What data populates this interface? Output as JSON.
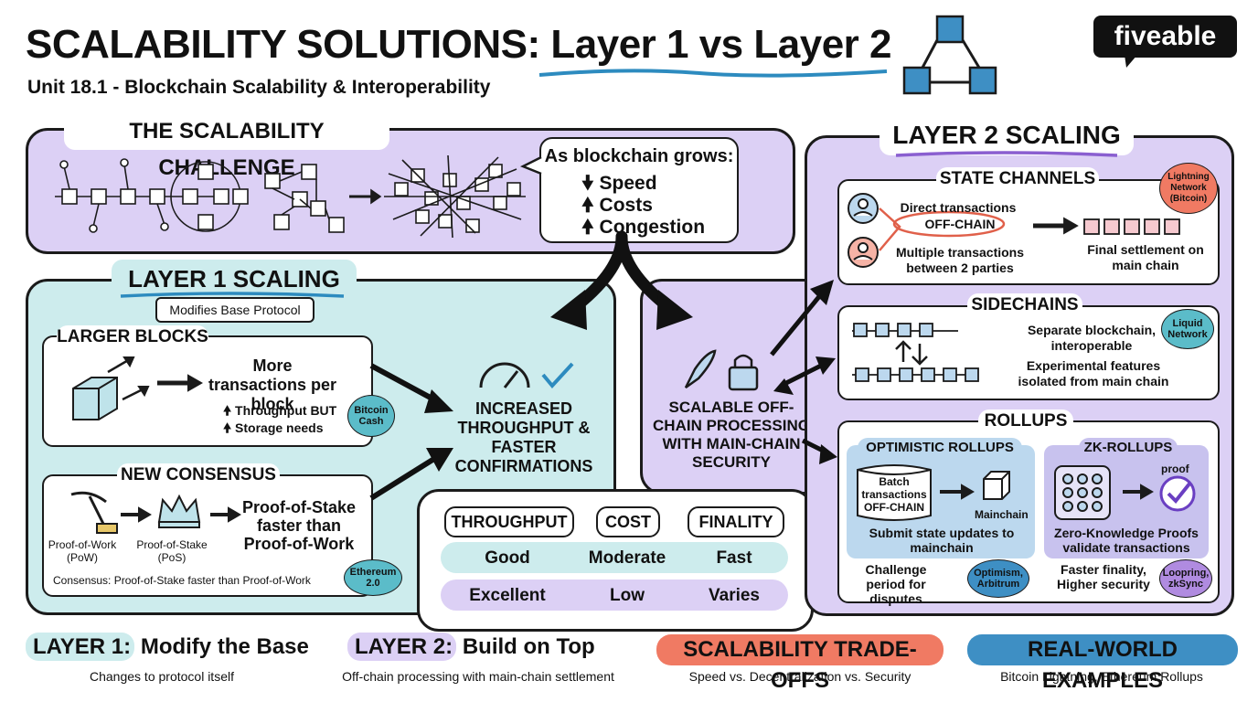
{
  "header": {
    "title_part1": "SCALABILITY SOLUTIONS:",
    "title_part2": "Layer 1 vs Layer 2",
    "subtitle": "Unit 18.1 - Blockchain Scalability & Interoperability",
    "brand": "fiveable"
  },
  "challenge": {
    "title": "THE SCALABILITY CHALLENGE",
    "bubble_title": "As blockchain grows:",
    "bubble_lines": [
      "Speed",
      "Costs",
      "Congestion"
    ]
  },
  "layer1": {
    "title": "LAYER 1 SCALING",
    "subtitle": "Modifies Base Protocol",
    "larger_blocks": {
      "title": "LARGER BLOCKS",
      "main": "More transactions per block",
      "line1": "Throughput BUT",
      "line2": "Storage needs",
      "badge": "Bitcoin Cash"
    },
    "new_consensus": {
      "title": "NEW CONSENSUS",
      "pow": "Proof-of-Work (PoW)",
      "pos": "Proof-of-Stake (PoS)",
      "main": "Proof-of-Stake faster than Proof-of-Work",
      "footer": "Consensus: Proof-of-Stake faster than Proof-of-Work",
      "badge": "Ethereum 2.0"
    },
    "result": "INCREASED THROUGHPUT & FASTER CONFIRMATIONS"
  },
  "center": {
    "result": "SCALABLE OFF-CHAIN PROCESSING WITH MAIN-CHAIN SECURITY"
  },
  "comparison": {
    "headers": [
      "THROUGHPUT",
      "COST",
      "FINALITY"
    ],
    "layer1_row": [
      "Good",
      "Moderate",
      "Fast"
    ],
    "layer2_row": [
      "Excellent",
      "Low",
      "Varies"
    ]
  },
  "layer2": {
    "title": "LAYER 2 SCALING",
    "state_channels": {
      "title": "STATE CHANNELS",
      "direct": "Direct transactions",
      "offchain": "OFF-CHAIN",
      "multiple": "Multiple transactions between 2 parties",
      "final": "Final settlement on main chain",
      "badge": "Lightning Network (Bitcoin)"
    },
    "sidechains": {
      "title": "SIDECHAINS",
      "line1": "Separate blockchain, interoperable",
      "line2": "Experimental features isolated from main chain",
      "badge": "Liquid Network"
    },
    "rollups": {
      "title": "ROLLUPS",
      "optimistic": {
        "title": "OPTIMISTIC ROLLUPS",
        "batch": "Batch transactions OFF-CHAIN",
        "mainchain": "Mainchain",
        "submit": "Submit state updates to mainchain",
        "challenge": "Challenge period for disputes",
        "badge": "Optimism, Arbitrum"
      },
      "zk": {
        "title": "ZK-ROLLUPS",
        "proof": "proof",
        "desc": "Zero-Knowledge Proofs validate transactions",
        "finality": "Faster finality, Higher security",
        "badge": "Loopring, zkSync"
      }
    }
  },
  "footer": [
    {
      "label": "LAYER 1:",
      "rest": "Modify the Base",
      "sub": "Changes to protocol itself"
    },
    {
      "label": "LAYER 2:",
      "rest": "Build on Top",
      "sub": "Off-chain processing with main-chain settlement"
    },
    {
      "label": "SCALABILITY TRADE-OFFS",
      "rest": "",
      "sub": "Speed vs. Decentralization vs. Security"
    },
    {
      "label": "REAL-WORLD EXAMPLES",
      "rest": "",
      "sub": "Bitcoin Lightning, Ethereum Rollups"
    }
  ],
  "colors": {
    "purple": "#dcd0f5",
    "teal": "#cdeced",
    "blue_inner": "#bcd8ee",
    "purple_inner": "#c8c2ee",
    "red": "#f07a63",
    "blue": "#3e8fc4",
    "badge_teal": "#5bbcc9",
    "badge_purple": "#b08be0"
  }
}
